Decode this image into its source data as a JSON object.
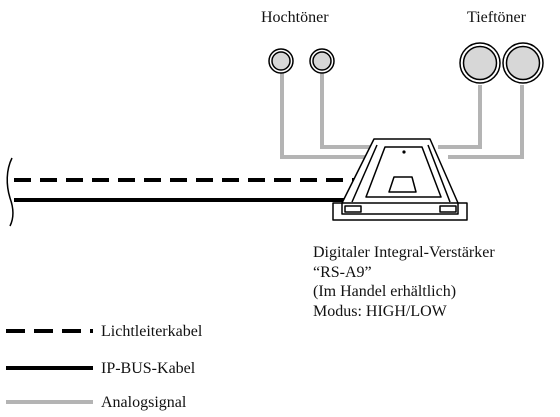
{
  "labels": {
    "tweeter": "Hochtöner",
    "woofer": "Tieftöner"
  },
  "amplifier": {
    "name": "Digitaler Integral-Verstärker",
    "model": "“RS-A9”",
    "availability": "(Im Handel erhältlich)",
    "mode": "Modus: HIGH/LOW"
  },
  "legend": {
    "fiber": "Lichtleiterkabel",
    "ipbus": "IP-BUS-Kabel",
    "analog": "Analogsignal"
  },
  "colors": {
    "line": "#000000",
    "analog": "#b4b4b4",
    "speaker_fill": "#d7d7d7",
    "amp_fill": "#ffffff"
  }
}
